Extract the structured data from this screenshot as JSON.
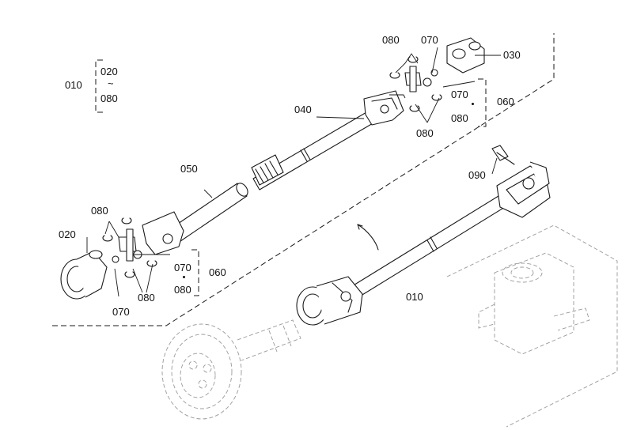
{
  "labels": {
    "assy": "010",
    "assy_range_top": "020",
    "assy_range_tilde": "~",
    "assy_range_bottom": "080",
    "main_shaft": "010",
    "yoke_left": "020",
    "yoke_right": "030",
    "tube_inner": "040",
    "tube_outer": "050",
    "kit_left": "060",
    "kit_right": "060",
    "kit_left_top": "070",
    "kit_left_bottom": "080",
    "kit_right_top": "070",
    "kit_right_bottom": "080",
    "grease_left": "070",
    "grease_right": "070",
    "clip_left_top": "080",
    "clip_left_bottom": "080",
    "clip_right_top": "080",
    "clip_right_bottom": "080",
    "bolt": "090"
  }
}
